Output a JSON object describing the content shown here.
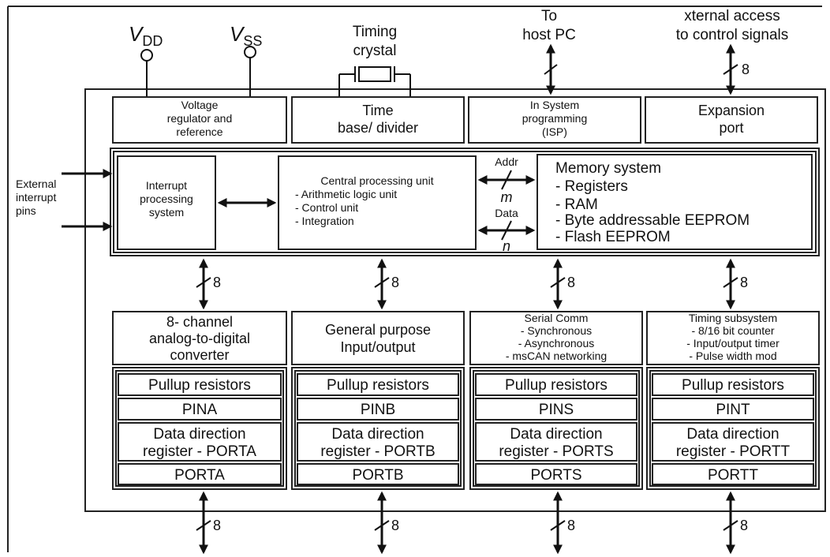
{
  "top": {
    "vdd_main": "V",
    "vdd_sub": "DD",
    "vss_main": "V",
    "vss_sub": "SS",
    "crystal_line1": "Timing",
    "crystal_line2": "crystal",
    "host_line1": "To",
    "host_line2": "host PC",
    "ext_line1": "xternal access",
    "ext_line2": "to control signals",
    "ext_bus": "8"
  },
  "top_blocks": {
    "voltage": [
      "Voltage",
      "regulator and",
      "reference"
    ],
    "timebase": [
      "Time",
      "base/ divider"
    ],
    "isp": [
      "In System",
      "programming",
      "(ISP)"
    ],
    "expansion": [
      "Expansion",
      "port"
    ]
  },
  "core": {
    "ext_interrupt": [
      "External",
      "interrupt",
      "pins"
    ],
    "interrupt": [
      "Interrupt",
      "processing",
      "system"
    ],
    "cpu_title": "Central processing unit",
    "cpu_items": [
      "- Arithmetic logic unit",
      "- Control unit",
      "- Integration"
    ],
    "addr_label": "Addr",
    "addr_width": "m",
    "data_label": "Data",
    "data_width": "n",
    "memory_title": "Memory system",
    "memory_items": [
      "- Registers",
      "- RAM",
      "- Byte addressable EEPROM",
      "- Flash EEPROM"
    ]
  },
  "bus_width": "8",
  "peripherals": {
    "adc": [
      "8- channel",
      "analog-to-digital",
      "converter"
    ],
    "gpio": [
      "General purpose",
      "Input/output"
    ],
    "serial": [
      "Serial Comm",
      "- Synchronous",
      "- Asynchronous",
      "- msCAN networking"
    ],
    "timing": [
      "Timing  subsystem",
      "- 8/16 bit counter",
      "- Input/output timer",
      "- Pulse width mod"
    ]
  },
  "ports": [
    {
      "pullup": "Pullup resistors",
      "pin": "PINA",
      "ddr1": "Data direction",
      "ddr2": "register - PORTA",
      "port": "PORTA"
    },
    {
      "pullup": "Pullup resistors",
      "pin": "PINB",
      "ddr1": "Data direction",
      "ddr2": "register - PORTB",
      "port": "PORTB"
    },
    {
      "pullup": "Pullup resistors",
      "pin": "PINS",
      "ddr1": "Data direction",
      "ddr2": "register - PORTS",
      "port": "PORTS"
    },
    {
      "pullup": "Pullup resistors",
      "pin": "PINT",
      "ddr1": "Data direction",
      "ddr2": "register - PORTT",
      "port": "PORTT"
    }
  ]
}
